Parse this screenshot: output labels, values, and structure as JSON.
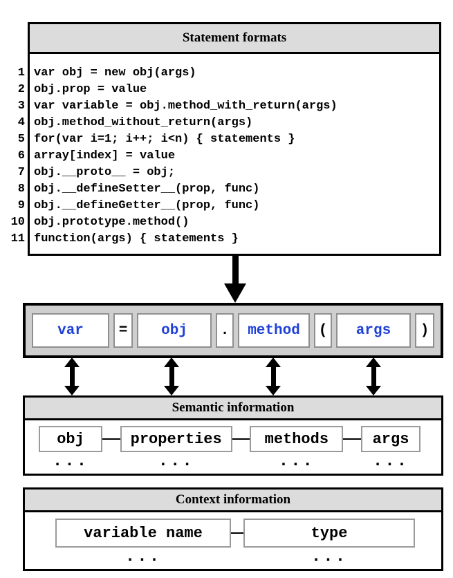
{
  "statement_box": {
    "title": "Statement formats",
    "lines": [
      {
        "num": "1",
        "code": "var obj = new obj(args)"
      },
      {
        "num": "2",
        "code": "obj.prop = value"
      },
      {
        "num": "3",
        "code": "var variable = obj.method_with_return(args)"
      },
      {
        "num": "4",
        "code": "obj.method_without_return(args)"
      },
      {
        "num": "5",
        "code": "for(var i=1; i++; i<n) { statements }"
      },
      {
        "num": "6",
        "code": "array[index] = value"
      },
      {
        "num": "7",
        "code": "obj.__proto__ = obj;"
      },
      {
        "num": "8",
        "code": "obj.__defineSetter__(prop, func)"
      },
      {
        "num": "9",
        "code": "obj.__defineGetter__(prop, func)"
      },
      {
        "num": "10",
        "code": "obj.prototype.method()"
      },
      {
        "num": "11",
        "code": "function(args) { statements }"
      }
    ]
  },
  "parse_box": {
    "tokens": [
      {
        "text": "var",
        "kind": "slot"
      },
      {
        "text": "=",
        "kind": "operator"
      },
      {
        "text": "obj",
        "kind": "slot"
      },
      {
        "text": ".",
        "kind": "operator"
      },
      {
        "text": "method",
        "kind": "slot"
      },
      {
        "text": "(",
        "kind": "operator"
      },
      {
        "text": "args",
        "kind": "slot"
      },
      {
        "text": ")",
        "kind": "operator"
      }
    ]
  },
  "semantic_box": {
    "title": "Semantic information",
    "items": [
      "obj",
      "properties",
      "methods",
      "args"
    ],
    "ellipsis": "..."
  },
  "context_box": {
    "title": "Context information",
    "items": [
      "variable name",
      "type"
    ],
    "ellipsis": "..."
  },
  "colors": {
    "token_blue": "#1e40d8",
    "header_gray": "#dcdcdc",
    "panel_gray": "#cfcfcf",
    "border_black": "#000000"
  }
}
